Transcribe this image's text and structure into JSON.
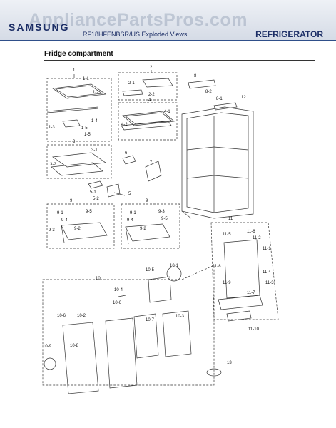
{
  "header": {
    "brand": "SAMSUNG",
    "model_line": "RF18HFENBSR/US   Exploded Views",
    "category": "REFRIGERATOR",
    "watermark": "AppliancePartsPros.com"
  },
  "section_title": "Fridge compartment",
  "callouts": {
    "c1": "1",
    "c1_1": "1-1",
    "c1_2": "1-2",
    "c1_3": "1-3",
    "c1_4": "1-4",
    "c1_5a": "1-5",
    "c1_5b": "1-5",
    "c2": "2",
    "c2_1": "2-1",
    "c2_2": "2-2",
    "c3": "3",
    "c3_1": "3-1",
    "c3_2": "3-2",
    "c4": "4",
    "c4_1": "4-1",
    "c4_2": "4-2",
    "c5": "5",
    "c5_1": "5-1",
    "c5_2": "5-2",
    "c6": "6",
    "c7": "7",
    "c8": "8",
    "c8_1": "8-1",
    "c8_2": "8-2",
    "c9a": "9",
    "c9b": "9",
    "c9_1a": "9-1",
    "c9_1b": "9-1",
    "c9_2a": "9-2",
    "c9_2b": "9-2",
    "c9_3a": "9-3",
    "c9_3b": "9-3",
    "c9_4a": "9-4",
    "c9_4b": "9-4",
    "c9_5a": "9-5",
    "c9_5b": "9-5",
    "c10": "10",
    "c10_1": "10-1",
    "c10_2": "10-2",
    "c10_3": "10-3",
    "c10_4": "10-4",
    "c10_5": "10-5",
    "c10_6a": "10-6",
    "c10_6b": "10-6",
    "c10_7": "10-7",
    "c10_8": "10-8",
    "c10_9": "10-9",
    "c11": "11",
    "c11_1": "11-1",
    "c11_2": "11-2",
    "c11_3": "11-3",
    "c11_4": "11-4",
    "c11_5": "11-5",
    "c11_6": "11-6",
    "c11_7": "11-7",
    "c11_8": "11-8",
    "c11_9": "11-9",
    "c11_10": "11-10",
    "c12": "12",
    "c13": "13"
  }
}
